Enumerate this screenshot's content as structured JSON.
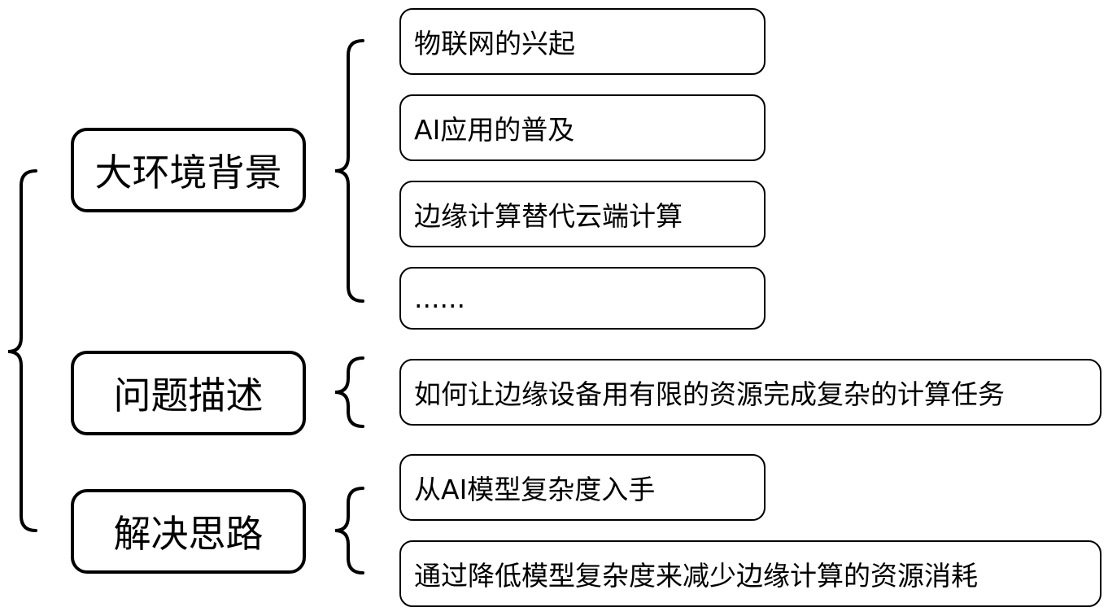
{
  "categories": [
    {
      "label": "大环境背景",
      "items": [
        "物联网的兴起",
        "AI应用的普及",
        "边缘计算替代云端计算",
        "......"
      ]
    },
    {
      "label": "问题描述",
      "items": [
        "如何让边缘设备用有限的资源完成复杂的计算任务"
      ]
    },
    {
      "label": "解决思路",
      "items": [
        "从AI模型复杂度入手",
        "通过降低模型复杂度来减少边缘计算的资源消耗"
      ]
    }
  ]
}
